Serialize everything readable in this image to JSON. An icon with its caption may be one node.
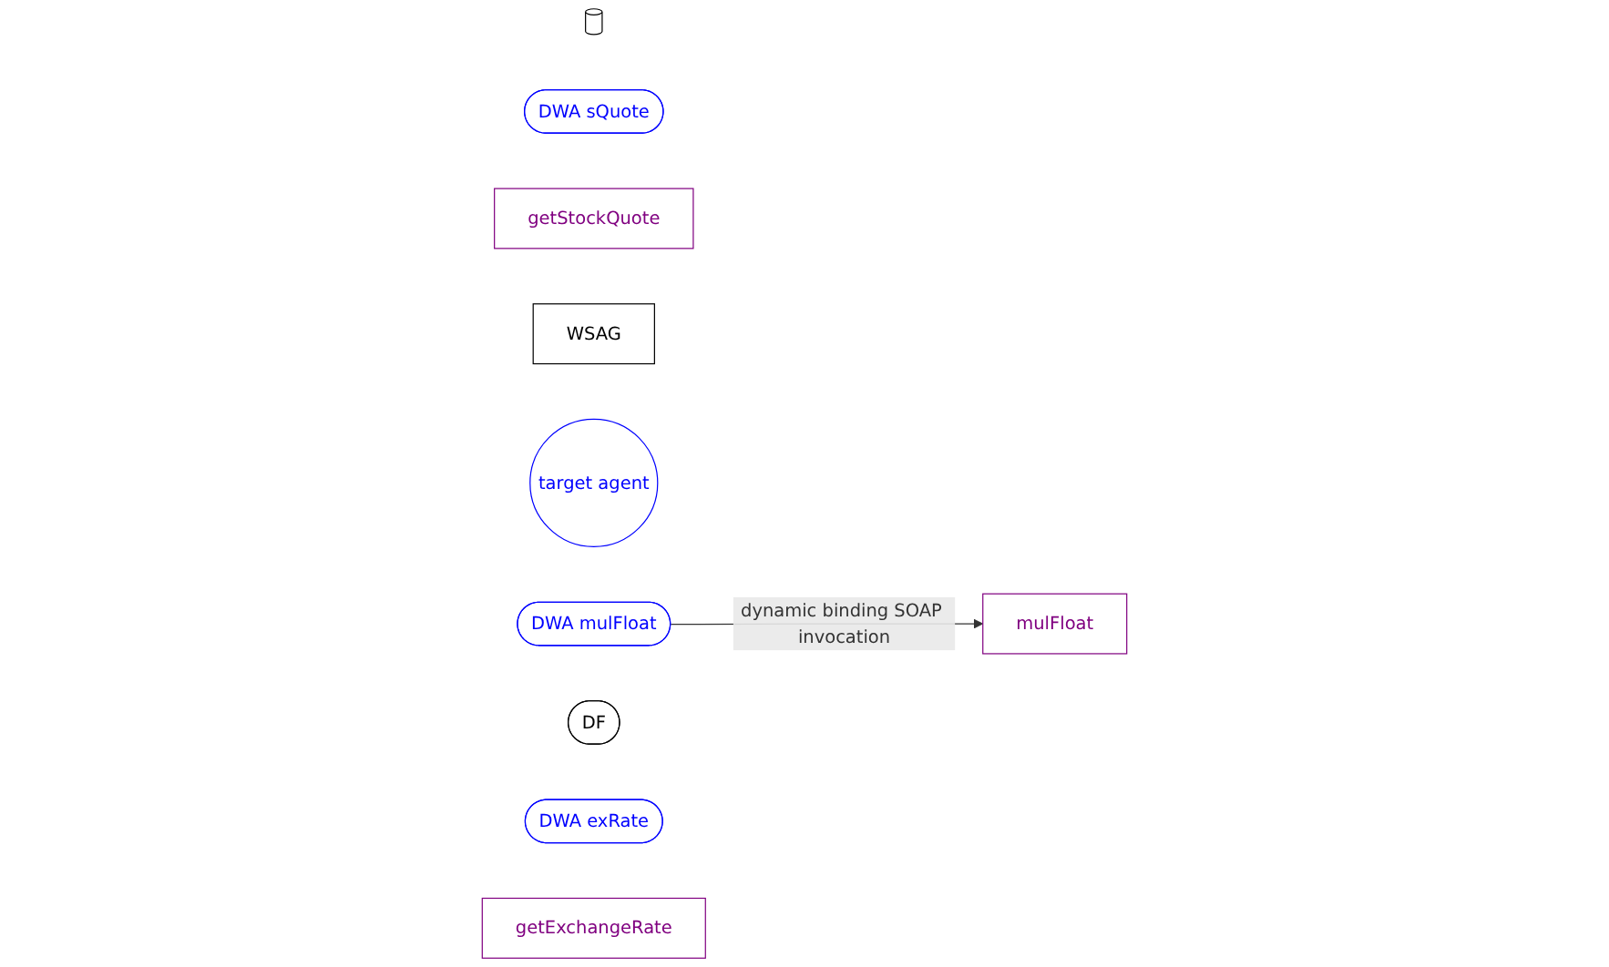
{
  "diagram": {
    "nodes": [
      {
        "text": [],
        "shape": "cylinder"
      },
      {
        "text": [
          "DWA sQuote"
        ]
      },
      {
        "text": [
          "getStockQuote"
        ]
      },
      {
        "text": [
          "WSAG"
        ]
      },
      {
        "text": [
          "target agent"
        ]
      },
      {
        "text": [
          "DWA mulFloat"
        ]
      },
      {
        "text": [
          "mulFloat"
        ]
      },
      {
        "text": [
          "DF"
        ]
      },
      {
        "text": [
          "DWA exRate"
        ]
      },
      {
        "text": [
          "getExchangeRate"
        ]
      }
    ],
    "edges": [
      {
        "from": 5,
        "to": 6,
        "arrow": "to",
        "label": "dynamic binding SOAP invocation"
      }
    ]
  }
}
